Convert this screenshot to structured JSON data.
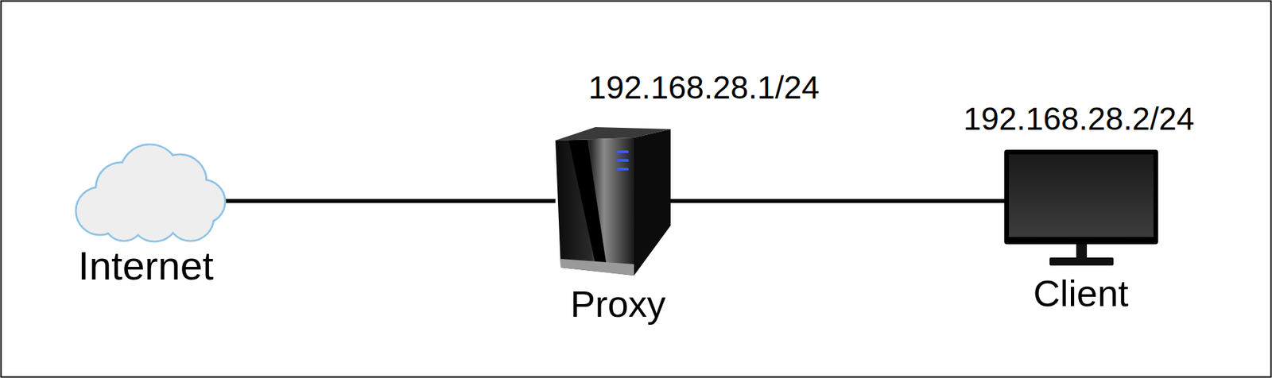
{
  "diagram": {
    "nodes": [
      {
        "text": [
          "Internet"
        ]
      },
      {
        "text": [
          "192.168.28.1/24",
          "Proxy"
        ]
      },
      {
        "text": [
          "192.168.28.2/24",
          "Client"
        ]
      }
    ],
    "edges": [
      {
        "from": 0,
        "to": 1,
        "arrow": "none"
      },
      {
        "from": 1,
        "to": 2,
        "arrow": "none"
      }
    ]
  }
}
